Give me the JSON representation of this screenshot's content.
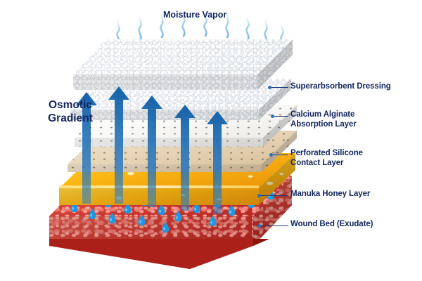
{
  "diagram": {
    "title": "Layered wound dressing cross-section",
    "background": "#ffffff",
    "label_color": "#12265e",
    "leader_color": "#1b3a78",
    "arrow_color": "#1f72bd",
    "vapor_color": "#7fbbe3",
    "droplet_color": "#1f97e0"
  },
  "annotations": {
    "moisture_vapor": "Moisture Vapor",
    "osmotic_gradient": "Osmotic\nGradient"
  },
  "layers": [
    {
      "id": "superabsorbent",
      "label": "Superarbsorbent Dressing",
      "material": "white foam",
      "color": "#f2f5f8"
    },
    {
      "id": "calcium-alginate",
      "label": "Calcium Alginate\nAbsorption Layer",
      "material": "white fibrous pad",
      "color": "#eef1f5"
    },
    {
      "id": "perforated-silicone",
      "label": "Perforated Silicone\nContact Layer",
      "material": "perforated sheet",
      "color": "#e6e2d8"
    },
    {
      "id": "manuka-honey",
      "label": "Manuka Honey Layer",
      "material": "amber gel",
      "color": "#f7b40f"
    },
    {
      "id": "wound-bed",
      "label": "Wound Bed (Exudate)",
      "material": "granulation tissue",
      "color": "#cc3a31"
    }
  ],
  "arrows": {
    "count": 5,
    "direction": "up",
    "meaning": "osmotic moisture transport"
  },
  "vapor_waves": {
    "count": 9,
    "meaning": "moisture vapor escaping"
  },
  "droplets": {
    "count": 22,
    "meaning": "exudate"
  }
}
